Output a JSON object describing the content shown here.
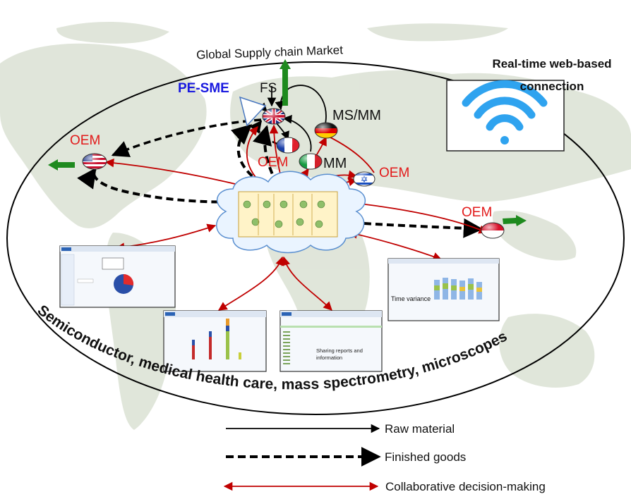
{
  "header": {
    "title": "Global Supply chain Market",
    "connection_label_line1": "Real-time web-based",
    "connection_label_line2": "connection"
  },
  "nodes": {
    "fs": "FS",
    "pe_sme": "PE-SME",
    "ms_mm": "MS/MM",
    "mm": "MM",
    "oem_usa": "OEM",
    "oem_italy": "OEM",
    "oem_israel": "OEM",
    "oem_indonesia": "OEM"
  },
  "industries_label": "Semiconductor, medical health care, mass spectrometry, microscopes",
  "screens": {
    "sharing_line1": "Sharing reports and",
    "sharing_line2": "information",
    "time_variance": "Time variance"
  },
  "legend": {
    "raw_material": "Raw material",
    "finished_goods": "Finished goods",
    "collaborative": "Collaborative decision-making"
  },
  "colors": {
    "raw_material_line": "#000000",
    "finished_goods_line": "#000000",
    "collaborative_line": "#c00000",
    "oem_text": "#e21a1a",
    "pe_sme_text": "#1a1ae0",
    "export_arrow": "#1e8a1e",
    "wifi": "#2fa3ef"
  }
}
